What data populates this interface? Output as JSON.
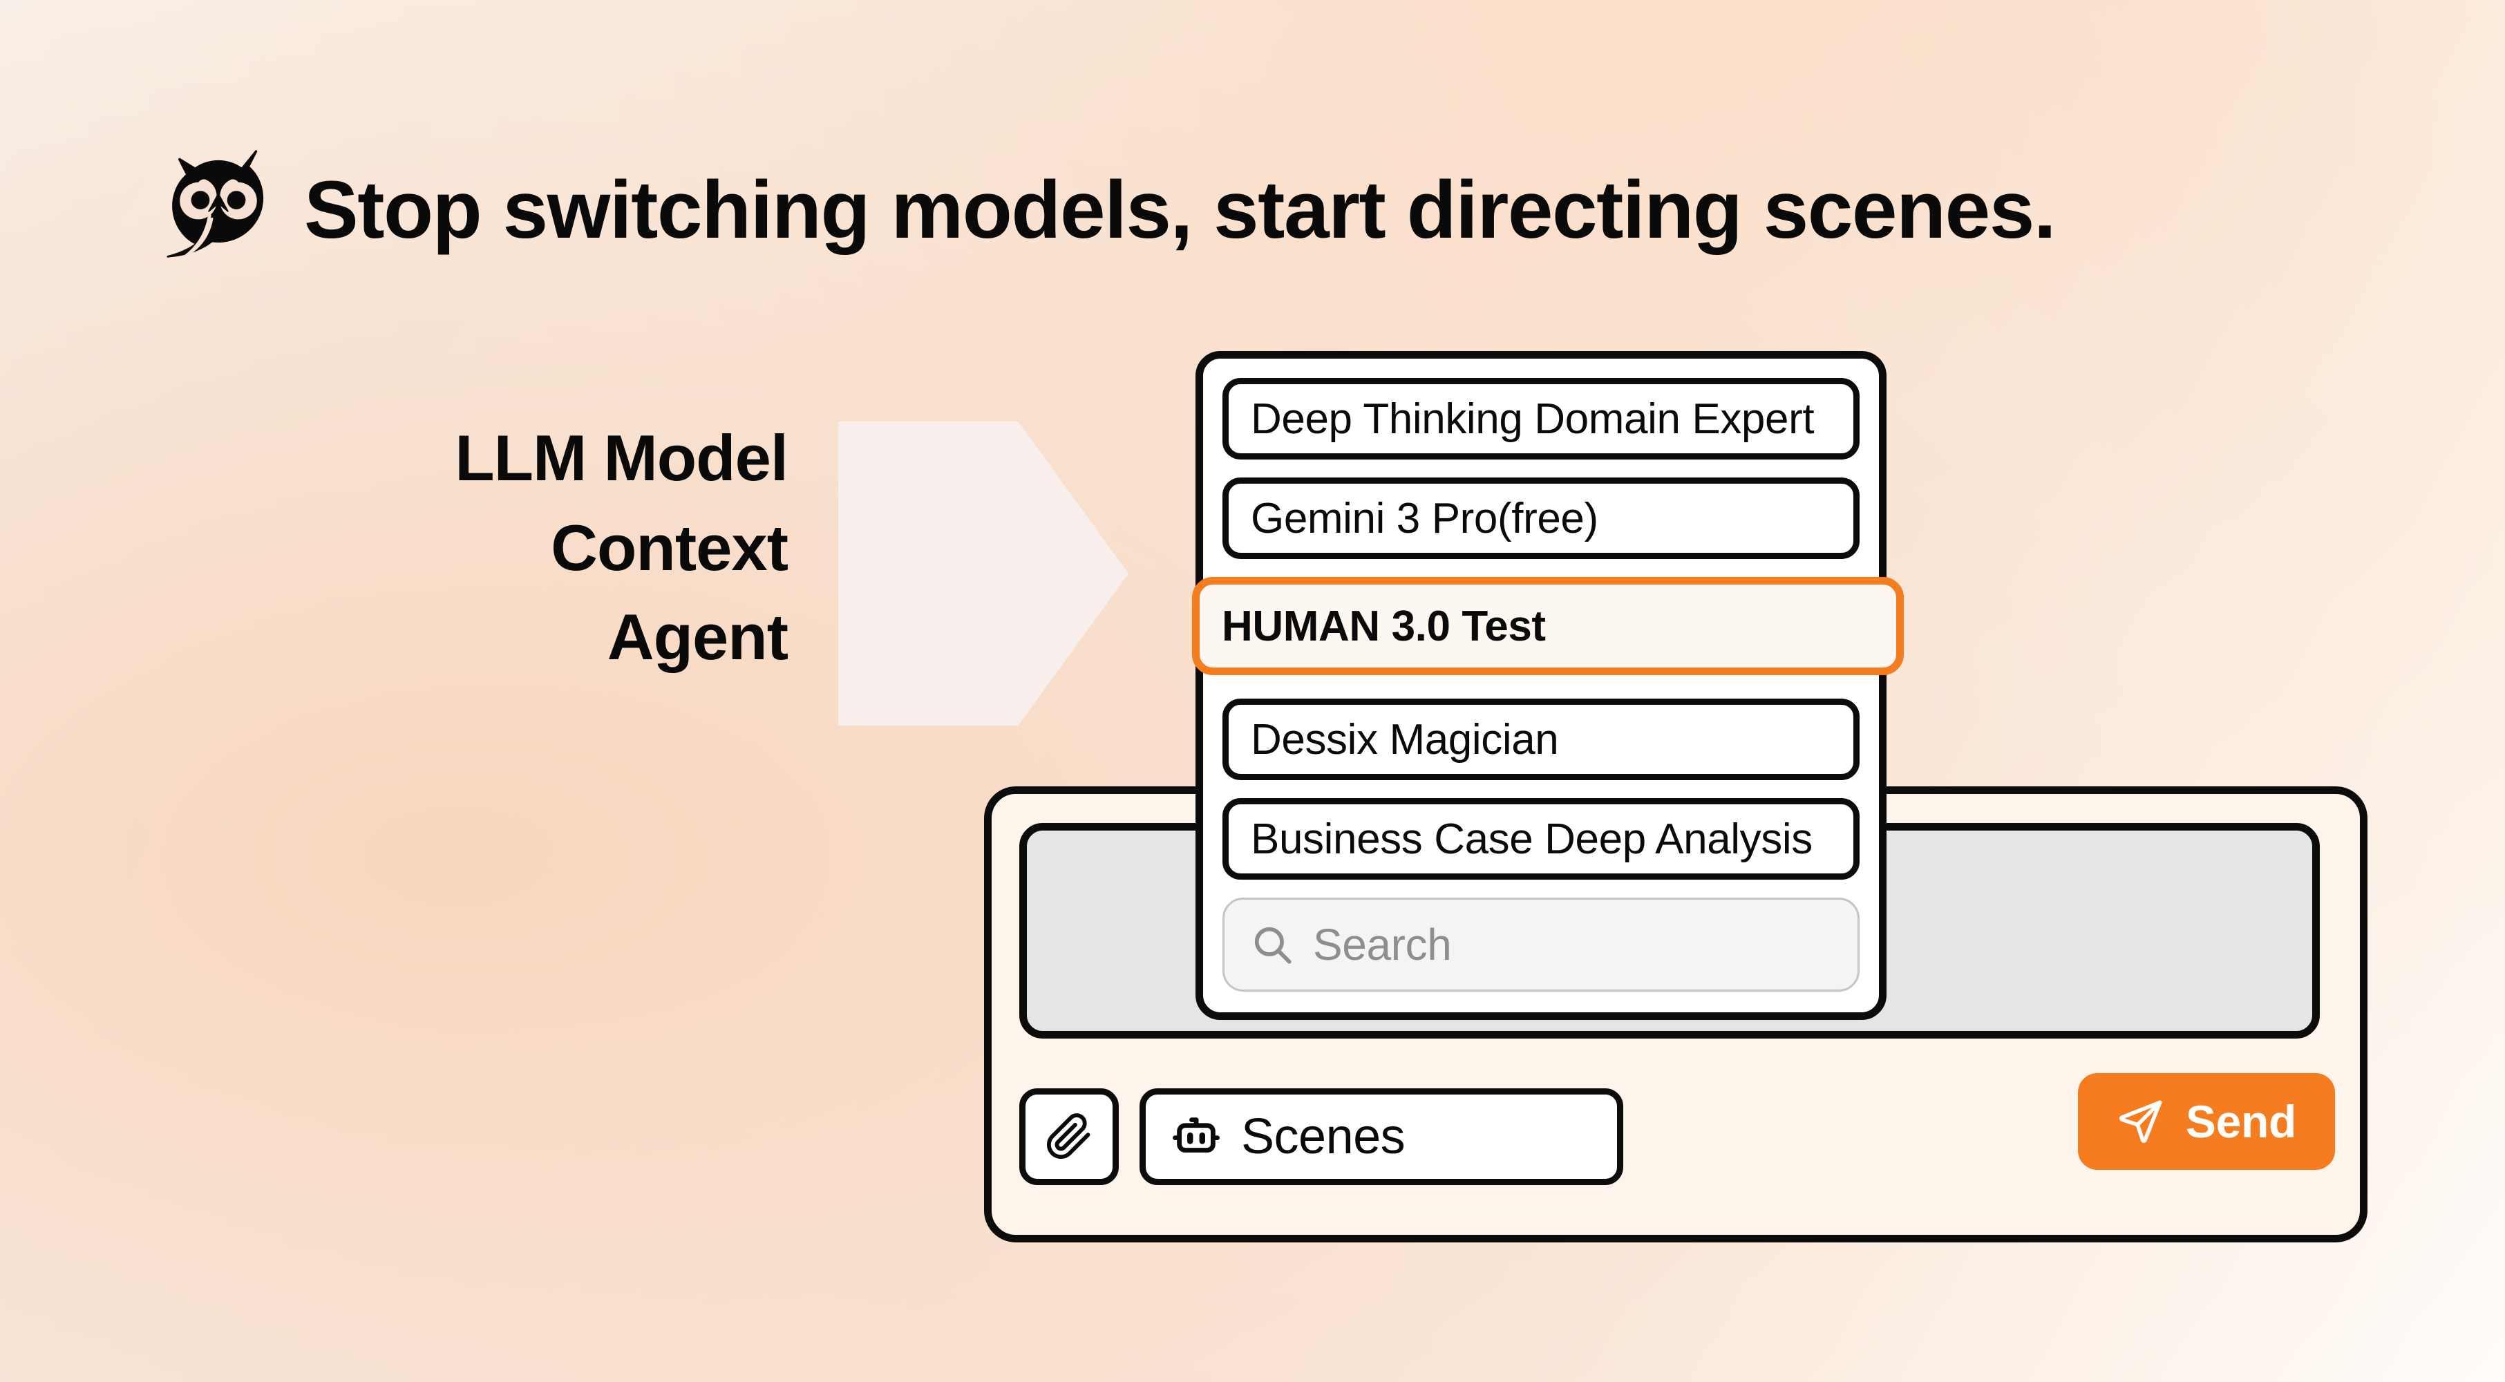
{
  "headline": {
    "logo_icon": "owl-logo",
    "text": "Stop switching models, start directing scenes."
  },
  "flow": {
    "label_lines": [
      "LLM Model",
      "Context",
      "Agent"
    ],
    "arrow_icon": "right-chevron-arrow"
  },
  "model_dropdown": {
    "options": [
      {
        "label": "Deep Thinking Domain Expert",
        "selected": false
      },
      {
        "label": "Gemini 3 Pro(free)",
        "selected": false
      },
      {
        "label": "HUMAN 3.0 Test",
        "selected": true
      },
      {
        "label": "Dessix Magician",
        "selected": false
      },
      {
        "label": "Business Case Deep Analysis",
        "selected": false
      }
    ],
    "search": {
      "icon": "search-icon",
      "placeholder": "Search",
      "value": ""
    }
  },
  "composer": {
    "input_value": "",
    "attach_button": {
      "icon": "paperclip-icon",
      "label": ""
    },
    "scenes_button": {
      "icon": "robot-icon",
      "label": "Scenes"
    },
    "send_button": {
      "icon": "send-icon",
      "label": "Send"
    }
  },
  "colors": {
    "accent_orange": "#f57d20",
    "panel_cream": "#fdf4ec",
    "input_gray": "#e5e5e3",
    "arrow_pink": "#f8eeec",
    "outline_black": "#0c0c0c",
    "search_gray": "#f4f4f3",
    "placeholder_gray": "#8e8e8e"
  }
}
